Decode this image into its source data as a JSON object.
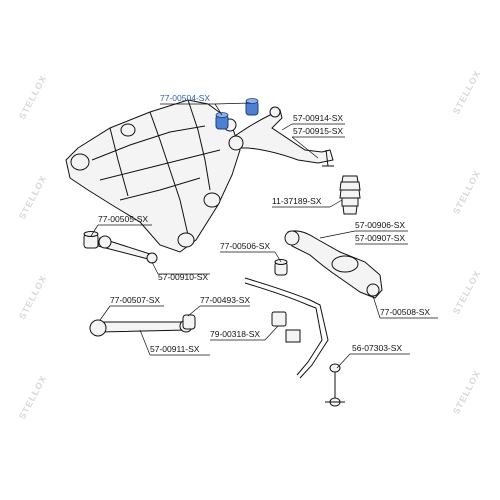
{
  "labels": {
    "l01": "77-00504-SX",
    "l02": "57-00914-SX",
    "l03": "57-00915-SX",
    "l04": "11-37189-SX",
    "l05": "77-00505-SX",
    "l06": "57-00910-SX",
    "l07": "77-00506-SX",
    "l08": "57-00906-SX",
    "l09": "57-00907-SX",
    "l10": "77-00507-SX",
    "l11": "77-00493-SX",
    "l12": "79-00318-SX",
    "l13": "57-00911-SX",
    "l14": "56-07303-SX",
    "l15": "77-00508-SX"
  },
  "watermark": "STELLOX",
  "colors": {
    "highlight": "#2f5fb0",
    "line": "#111111",
    "watermark": "#d8d8d8"
  }
}
